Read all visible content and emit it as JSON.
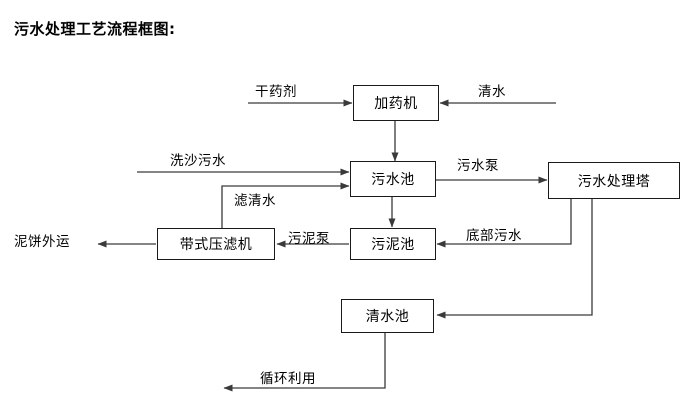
{
  "title": "污水处理工艺流程框图:",
  "nodes": [
    {
      "id": "dosing-machine",
      "label": "加药机"
    },
    {
      "id": "sewage-pool",
      "label": "污水池"
    },
    {
      "id": "sewage-treatment-tower",
      "label": "污水处理塔"
    },
    {
      "id": "belt-filter-press",
      "label": "带式压滤机"
    },
    {
      "id": "sludge-pool",
      "label": "污泥池"
    },
    {
      "id": "clean-water-pool",
      "label": "清水池"
    }
  ],
  "edge_labels": [
    {
      "id": "dry-agent",
      "label": "干药剂"
    },
    {
      "id": "clean-water-in",
      "label": "清水"
    },
    {
      "id": "sand-washing-sewage",
      "label": "洗沙污水"
    },
    {
      "id": "filtrate-clear-water",
      "label": "滤清水"
    },
    {
      "id": "sewage-pump",
      "label": "污水泵"
    },
    {
      "id": "sludge-pump",
      "label": "污泥泵"
    },
    {
      "id": "bottom-sewage",
      "label": "底部污水"
    },
    {
      "id": "mud-cake-outward",
      "label": "泥饼外运"
    },
    {
      "id": "recycle-use",
      "label": "循环利用"
    }
  ],
  "colors": {
    "stroke": "#1a1a1a",
    "background": "#ffffff",
    "text": "#000000"
  }
}
